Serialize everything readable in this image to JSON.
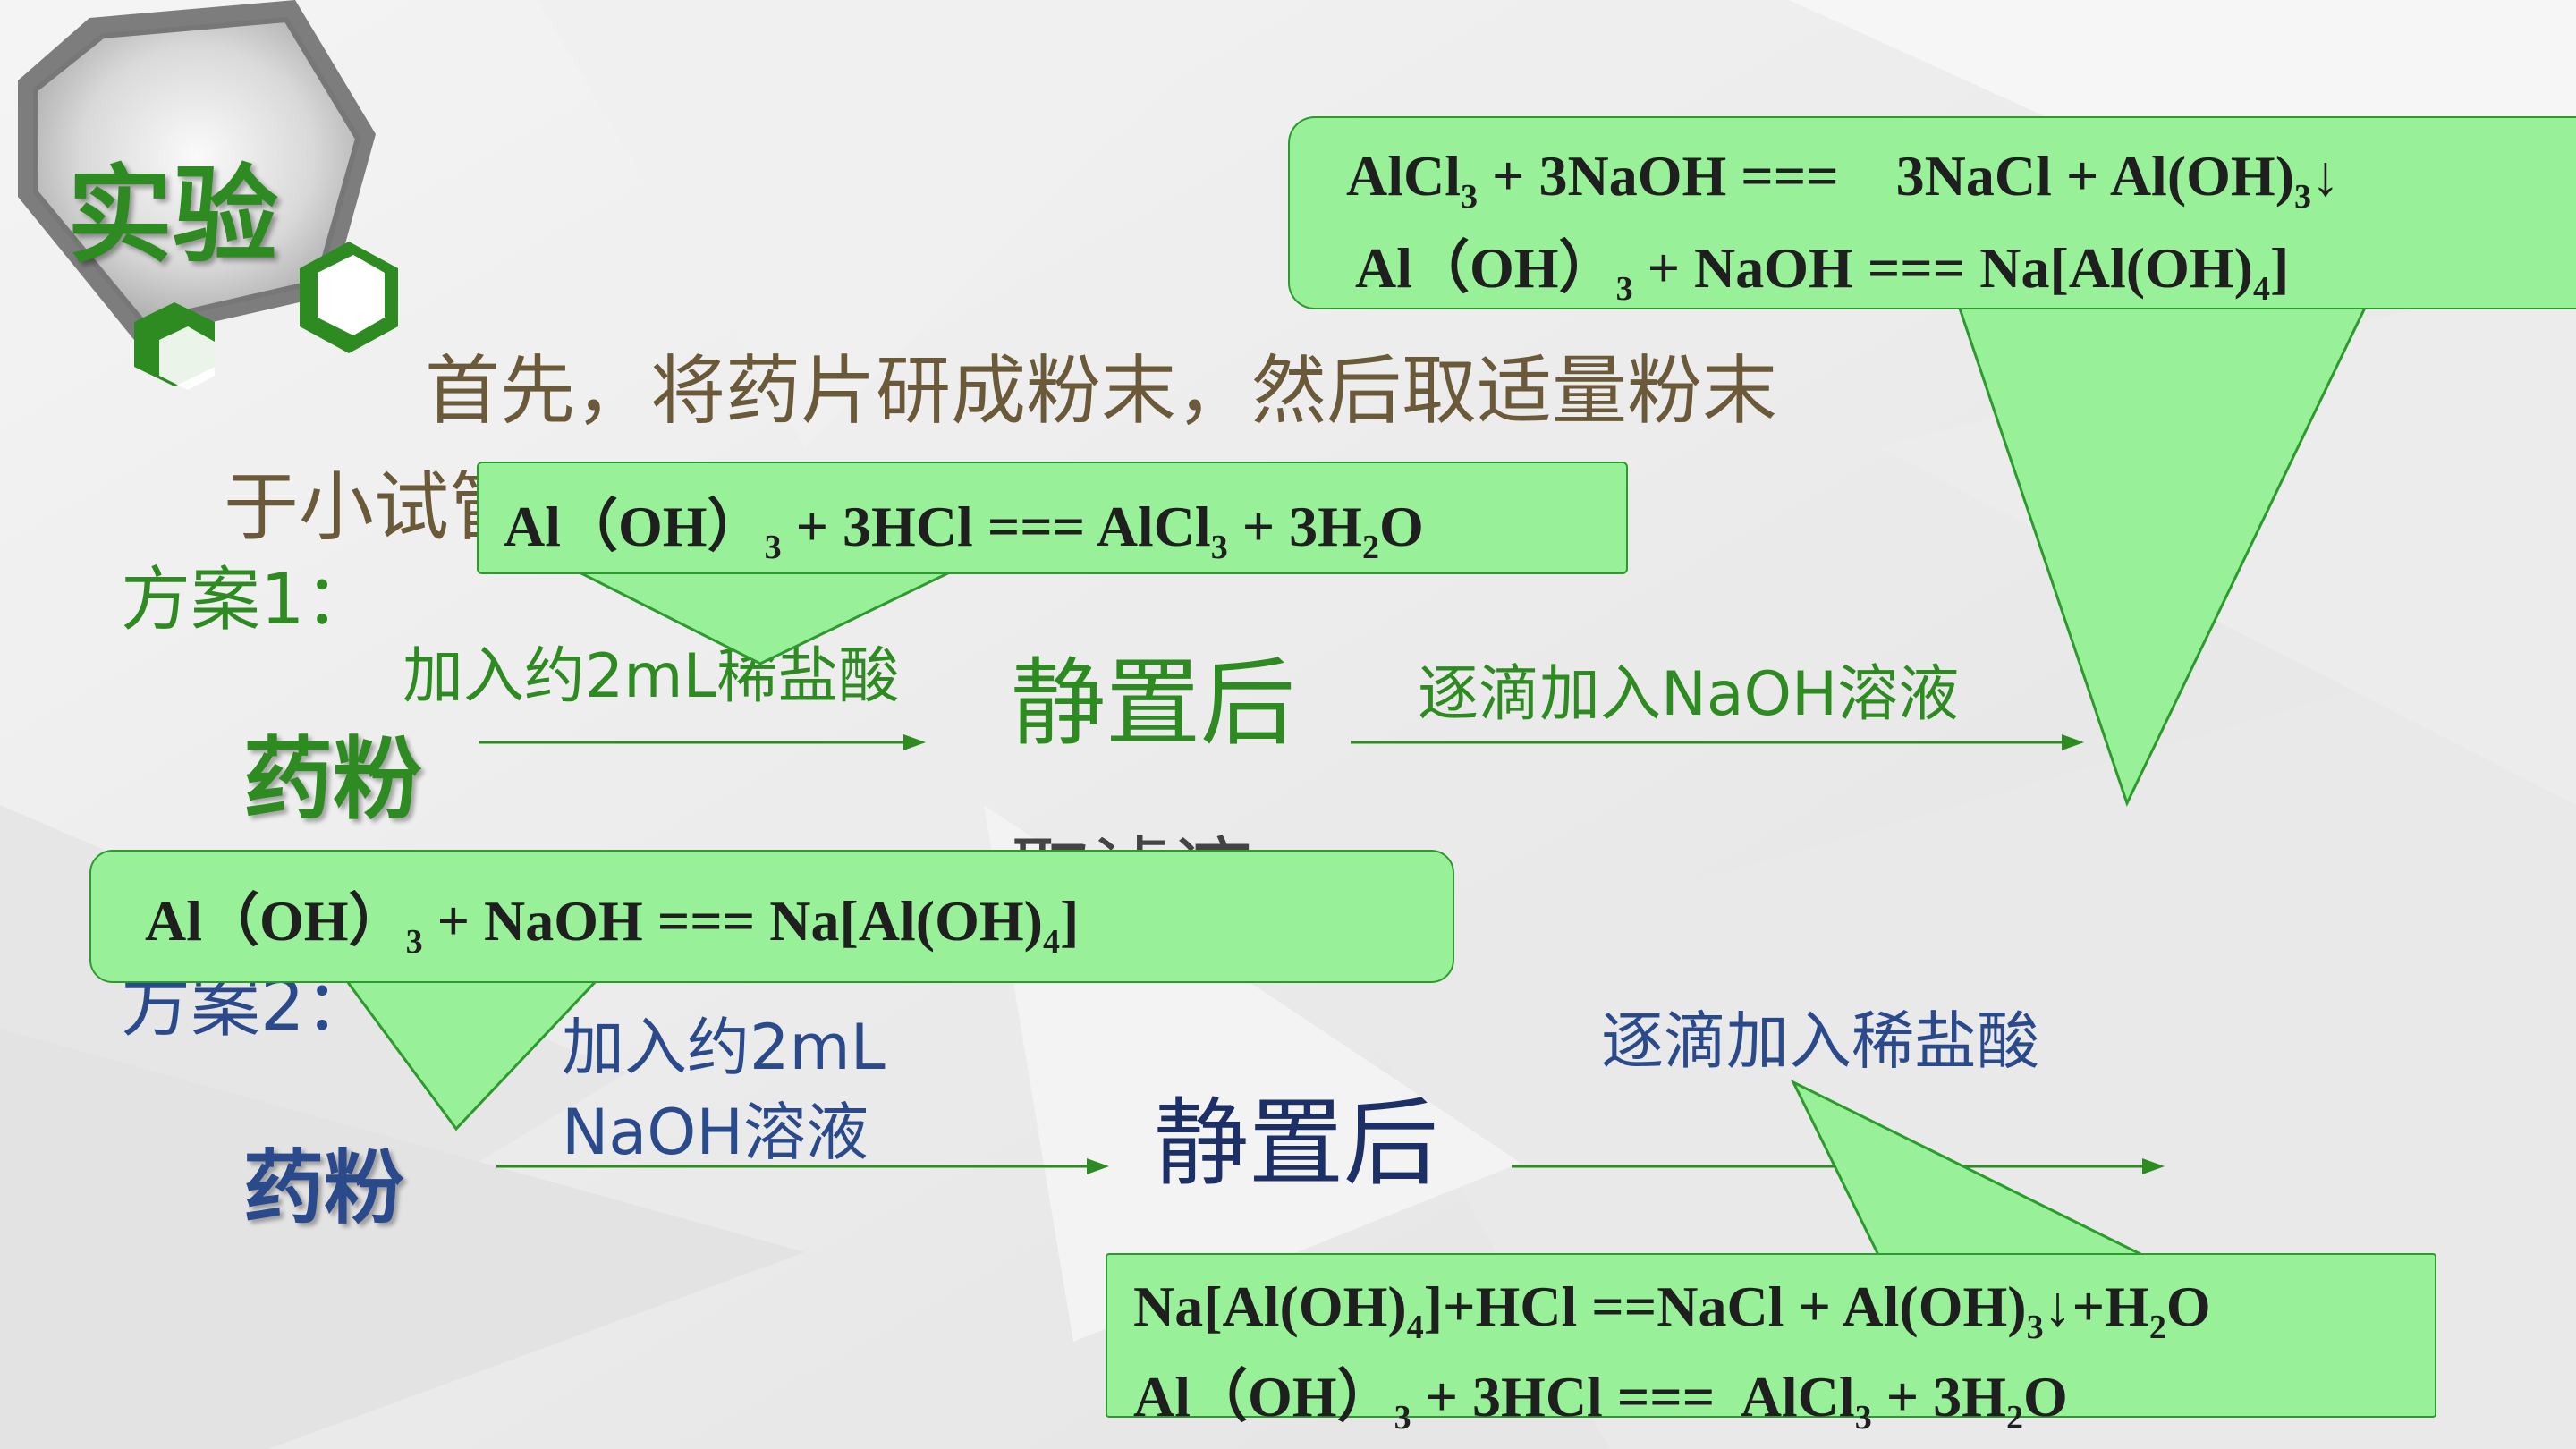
{
  "badge": {
    "label": "实验"
  },
  "intro": {
    "line1": "首先，将药片研成粉末，然后取适量粉末",
    "line2": "于小试管中进行实验"
  },
  "plan1": {
    "label": "方案1：",
    "sample": "药粉",
    "step1": "加入约2mL稀盐酸",
    "middle": "静置后",
    "middle_sub": "取滤液",
    "step2": "逐滴加入NaOH溶液"
  },
  "plan2": {
    "label": "方案2：",
    "sample": "药粉",
    "step1_line1": "加入约2mL",
    "step1_line2": "NaOH溶液",
    "middle": "静置后",
    "step2": "逐滴加入稀盐酸"
  },
  "bubbles": {
    "top_right": {
      "eq1": {
        "a": "AlCl",
        "a_sub": "3",
        "b": " + 3NaOH ===    3NaCl + Al(OH)",
        "b_sub": "3",
        "c": "↓"
      },
      "eq2": {
        "a": "Al（OH）",
        "a_sub": "3",
        "b": " + NaOH === Na[Al(OH)",
        "b_sub": "4",
        "c": "]"
      }
    },
    "upper": {
      "eq1": {
        "a": "Al（OH）",
        "a_sub": "3",
        "b": " + 3HCl === AlCl",
        "b_sub": "3",
        "c": " + 3H",
        "c_sub": "2",
        "d": "O"
      }
    },
    "middle": {
      "eq1": {
        "a": "Al（OH）",
        "a_sub": "3",
        "b": " + NaOH === Na[Al(OH)",
        "b_sub": "4",
        "c": "]"
      }
    },
    "bottom": {
      "eq1": {
        "a": "Na[Al(OH)",
        "a_sub": "4",
        "b": "]+HCl ==NaCl + Al(OH)",
        "b_sub": "3",
        "c": "↓+H",
        "c_sub": "2",
        "d": "O"
      },
      "eq2": {
        "a": "Al（OH）",
        "a_sub": "3",
        "b": " + 3HCl ===  AlCl",
        "b_sub": "3",
        "c": " + 3H",
        "c_sub": "2",
        "d": "O"
      }
    }
  },
  "colors": {
    "green_text": "#2e8b22",
    "blue_text": "#2b4a8c",
    "intro_text": "#6b5a3a",
    "bubble_fill": "#98f098",
    "bubble_border": "#2d9a2d"
  }
}
